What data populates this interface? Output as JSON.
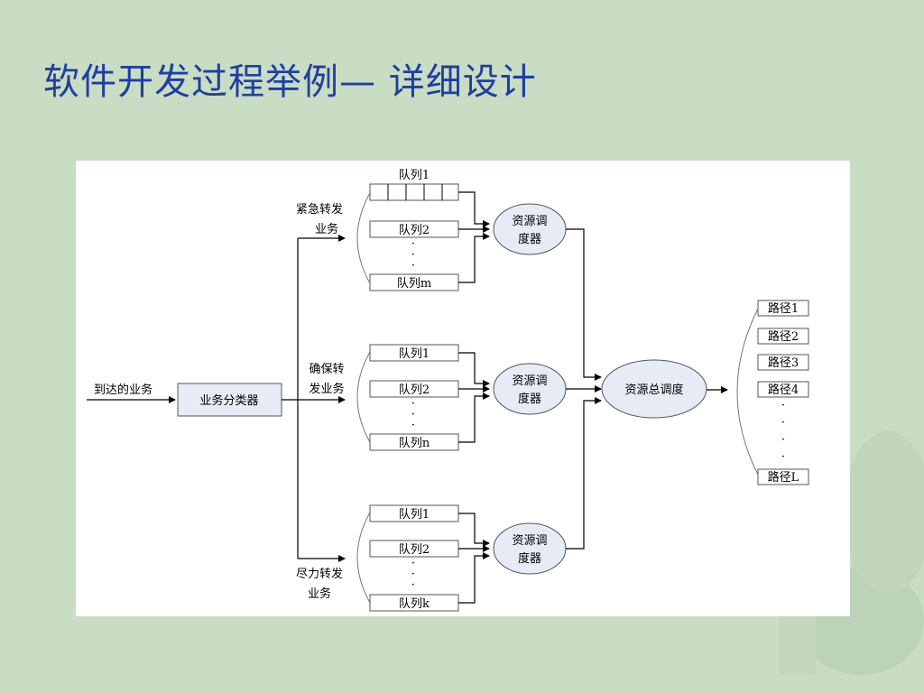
{
  "slide": {
    "title": "软件开发过程举例— 详细设计"
  },
  "colors": {
    "background": "#c9dcc4",
    "title": "#1f3f9f",
    "scheduler_fill": "#e6ebf5"
  },
  "diagram": {
    "input_label": "到达的业务",
    "classifier": "业务分类器",
    "groups": [
      {
        "label_line1": "紧急转发",
        "label_line2": "业务",
        "queues": [
          "队列1",
          "队列2",
          "队列m"
        ],
        "scheduler_line1": "资源调",
        "scheduler_line2": "度器"
      },
      {
        "label_line1": "确保转",
        "label_line2": "发业务",
        "queues": [
          "队列1",
          "队列2",
          "队列n"
        ],
        "scheduler_line1": "资源调",
        "scheduler_line2": "度器"
      },
      {
        "label_line1": "尽力转发",
        "label_line2": "业务",
        "queues": [
          "队列1",
          "队列2",
          "队列k"
        ],
        "scheduler_line1": "资源调",
        "scheduler_line2": "度器"
      }
    ],
    "dots": "·",
    "master_scheduler": "资源总调度",
    "paths": [
      "路径1",
      "路径2",
      "路径3",
      "路径4",
      "路径L"
    ]
  }
}
